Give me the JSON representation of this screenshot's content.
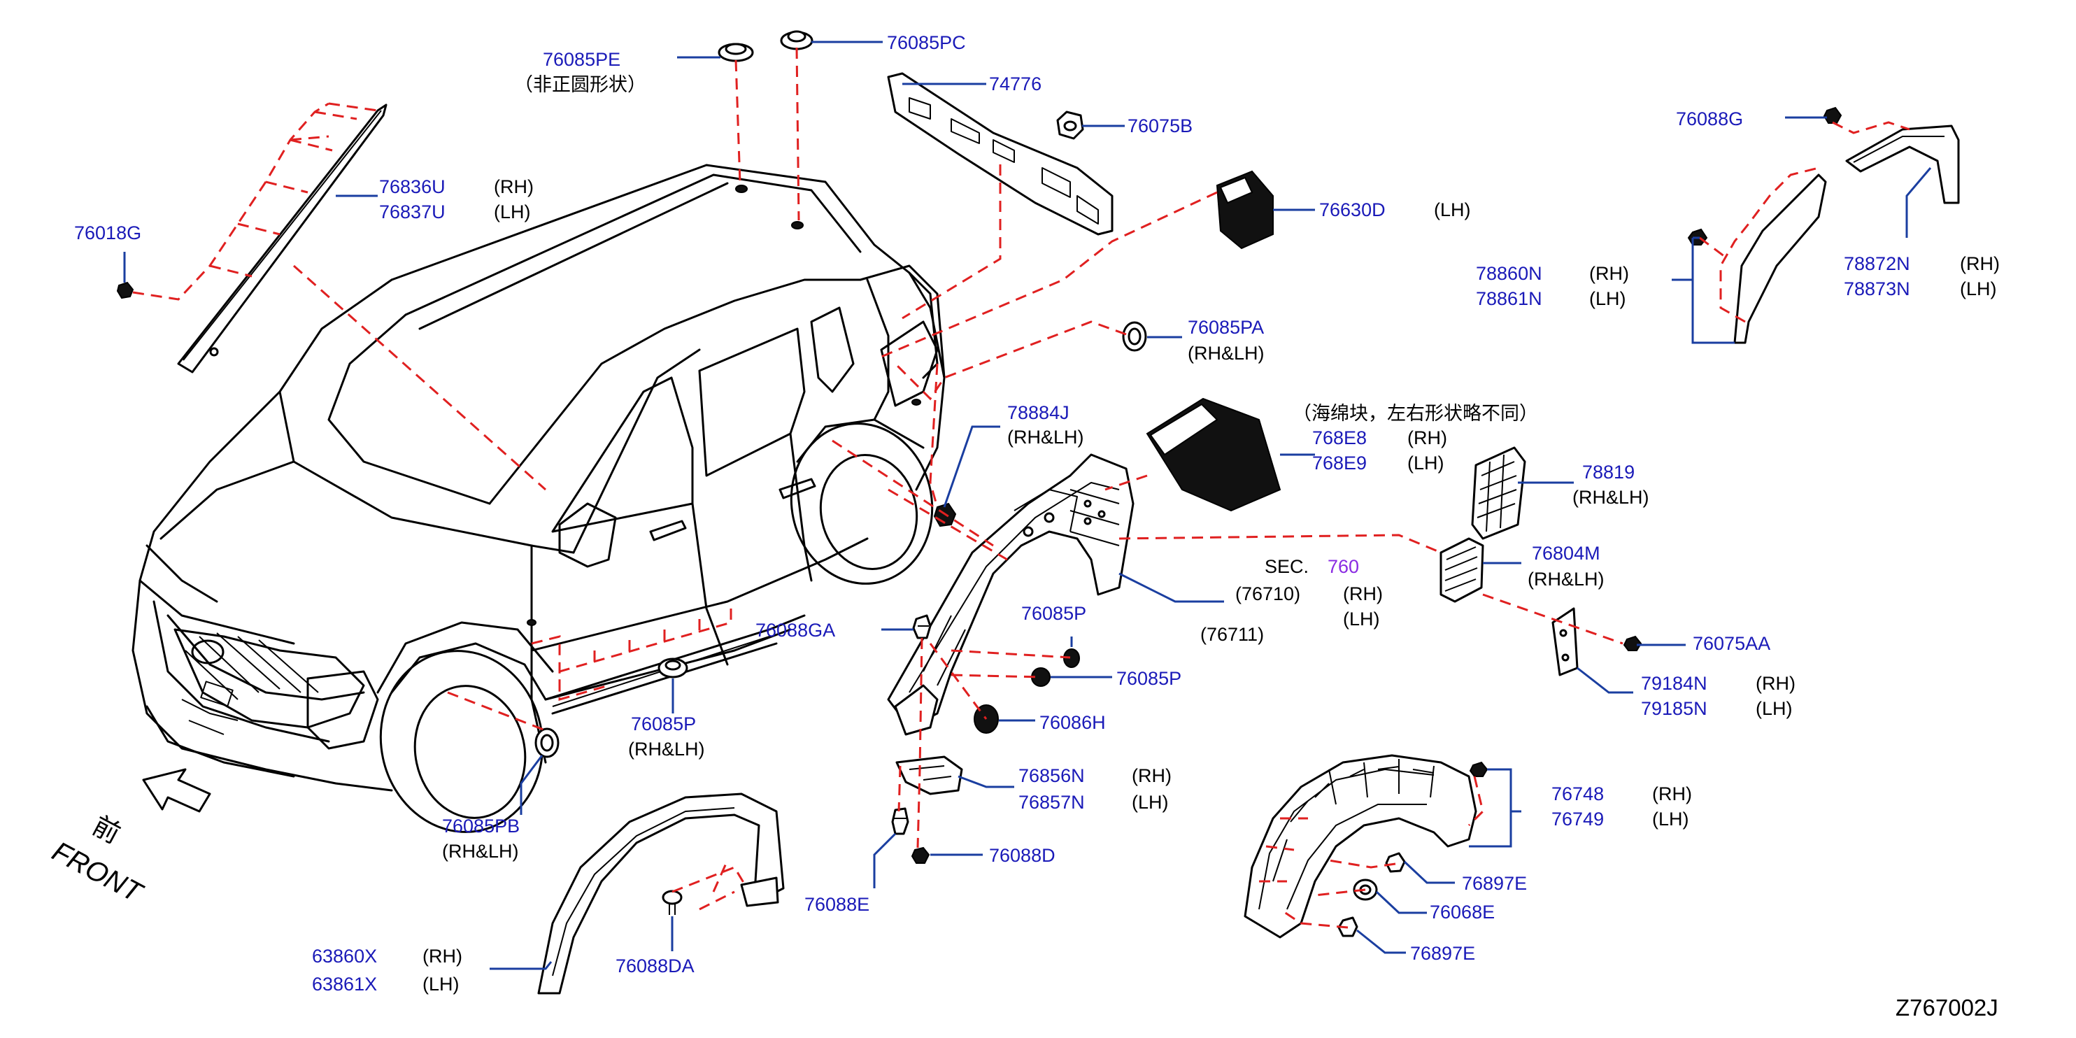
{
  "diagram_code": "Z767002J",
  "front_label": "FRONT",
  "front_label_cn": "前",
  "section_ref": {
    "prefix": "SEC.",
    "number": "760"
  },
  "colors": {
    "part_number": "#1a1ab8",
    "leader": "#1a3ea0",
    "dash": "#e02020",
    "section_link": "#8a2be2",
    "line": "#000000"
  },
  "parts": [
    {
      "id": "p76085PE",
      "number": "76085PE",
      "side": "",
      "note": "（非正圆形状）"
    },
    {
      "id": "p76085PC",
      "number": "76085PC",
      "side": "",
      "note": ""
    },
    {
      "id": "p74776",
      "number": "74776",
      "side": "",
      "note": ""
    },
    {
      "id": "p76075B",
      "number": "76075B",
      "side": "",
      "note": ""
    },
    {
      "id": "p76630D",
      "number": "76630D",
      "side": "(LH)",
      "note": ""
    },
    {
      "id": "p76836U",
      "number": "76836U",
      "side": "(RH)",
      "note": ""
    },
    {
      "id": "p76837U",
      "number": "76837U",
      "side": "(LH)",
      "note": ""
    },
    {
      "id": "p76018G",
      "number": "76018G",
      "side": "",
      "note": ""
    },
    {
      "id": "p76088G",
      "number": "76088G",
      "side": "",
      "note": ""
    },
    {
      "id": "p78860N",
      "number": "78860N",
      "side": "(RH)",
      "note": ""
    },
    {
      "id": "p78861N",
      "number": "78861N",
      "side": "(LH)",
      "note": ""
    },
    {
      "id": "p78872N",
      "number": "78872N",
      "side": "(RH)",
      "note": ""
    },
    {
      "id": "p78873N",
      "number": "78873N",
      "side": "(LH)",
      "note": ""
    },
    {
      "id": "p76085PA",
      "number": "76085PA",
      "side": "(RH&LH)",
      "note": ""
    },
    {
      "id": "p78884J",
      "number": "78884J",
      "side": "(RH&LH)",
      "note": ""
    },
    {
      "id": "p768E8",
      "number": "768E8",
      "side": "(RH)",
      "note": "（海绵块，左右形状略不同）"
    },
    {
      "id": "p768E9",
      "number": "768E9",
      "side": "(LH)",
      "note": ""
    },
    {
      "id": "p78819",
      "number": "78819",
      "side": "(RH&LH)",
      "note": ""
    },
    {
      "id": "p76804M",
      "number": "76804M",
      "side": "(RH&LH)",
      "note": ""
    },
    {
      "id": "p76710",
      "number": "(76710)",
      "side": "(RH)",
      "note": ""
    },
    {
      "id": "p76711",
      "number": "(76711)",
      "side": "(LH)",
      "note": ""
    },
    {
      "id": "p76075AA",
      "number": "76075AA",
      "side": "",
      "note": ""
    },
    {
      "id": "p79184N",
      "number": "79184N",
      "side": "(RH)",
      "note": ""
    },
    {
      "id": "p79185N",
      "number": "79185N",
      "side": "(LH)",
      "note": ""
    },
    {
      "id": "p76088GA",
      "number": "76088GA",
      "side": "",
      "note": ""
    },
    {
      "id": "p76085P_a",
      "number": "76085P",
      "side": "",
      "note": ""
    },
    {
      "id": "p76085P_b",
      "number": "76085P",
      "side": "",
      "note": ""
    },
    {
      "id": "p76086H",
      "number": "76086H",
      "side": "",
      "note": ""
    },
    {
      "id": "p76085P_c",
      "number": "76085P",
      "side": "(RH&LH)",
      "note": ""
    },
    {
      "id": "p76085PB",
      "number": "76085PB",
      "side": "(RH&LH)",
      "note": ""
    },
    {
      "id": "p76856N",
      "number": "76856N",
      "side": "(RH)",
      "note": ""
    },
    {
      "id": "p76857N",
      "number": "76857N",
      "side": "(LH)",
      "note": ""
    },
    {
      "id": "p76088D",
      "number": "76088D",
      "side": "",
      "note": ""
    },
    {
      "id": "p76088E",
      "number": "76088E",
      "side": "",
      "note": ""
    },
    {
      "id": "p76748",
      "number": "76748",
      "side": "(RH)",
      "note": ""
    },
    {
      "id": "p76749",
      "number": "76749",
      "side": "(LH)",
      "note": ""
    },
    {
      "id": "p76897E_a",
      "number": "76897E",
      "side": "",
      "note": ""
    },
    {
      "id": "p76068E",
      "number": "76068E",
      "side": "",
      "note": ""
    },
    {
      "id": "p76897E_b",
      "number": "76897E",
      "side": "",
      "note": ""
    },
    {
      "id": "p63860X",
      "number": "63860X",
      "side": "(RH)",
      "note": ""
    },
    {
      "id": "p63861X",
      "number": "63861X",
      "side": "(LH)",
      "note": ""
    },
    {
      "id": "p76088DA",
      "number": "76088DA",
      "side": "",
      "note": ""
    }
  ]
}
